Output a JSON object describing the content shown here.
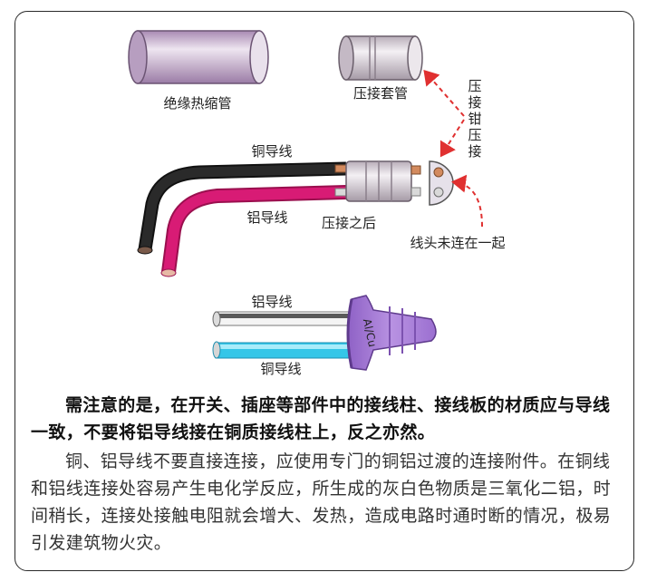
{
  "figure": {
    "labels": {
      "heat_shrink_tube": "绝缘热缩管",
      "crimp_sleeve": "压接套管",
      "crimp_pliers": [
        "压",
        "接",
        "钳",
        "压",
        "接"
      ],
      "copper_wire_top": "铜导线",
      "aluminum_wire_top": "铝导线",
      "after_crimp": "压接之后",
      "wire_ends_unjoined": "线头未连在一起",
      "aluminum_wire_bottom": "铝导线",
      "copper_wire_bottom": "铜导线",
      "connector_mark": "Al/Cu"
    },
    "colors": {
      "tube": "#c5aecd",
      "sleeve": "#d5ccd6",
      "black_wire": "#1c1c1c",
      "red_wire": "#d81b75",
      "blue_wire": "#35c6e8",
      "gray_wire": "#6e6e6e",
      "connector": "#a77bd6",
      "arrow": "#e03030"
    }
  },
  "text": {
    "note": "需注意的是，在开关、插座等部件中的接线柱、接线板的材质应与导线一致，不要将铝导线接在铜质接线柱上，反之亦然。",
    "body": "铜、铝导线不要直接连接，应使用专门的铜铝过渡的连接附件。在铜线和铝线连接处容易产生电化学反应，所生成的灰白色物质是三氧化二铝，时间稍长，连接处接触电阻就会增大、发热，造成电路时通时断的情况，极易引发建筑物火灾。"
  }
}
